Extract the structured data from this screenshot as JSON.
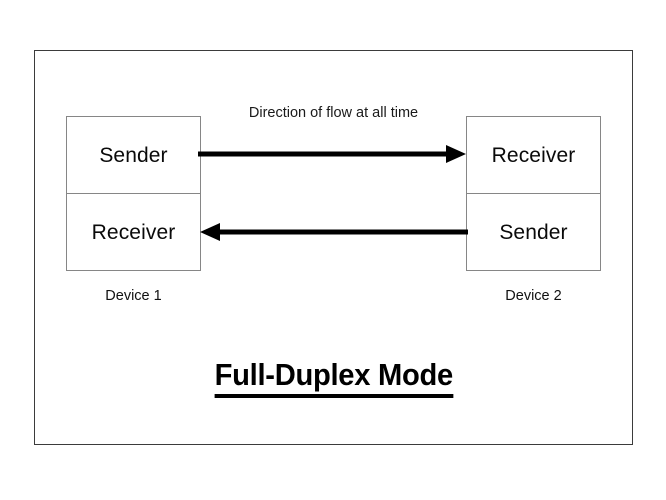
{
  "diagram": {
    "title": "Full-Duplex Mode",
    "flow_caption": "Direction of flow at all time",
    "frame_color": "#3b3b3b",
    "box_border_color": "#868686",
    "arrow_color": "#000000",
    "background_color": "#ffffff",
    "devices": [
      {
        "caption": "Device 1",
        "cells": [
          {
            "role": "Sender"
          },
          {
            "role": "Receiver"
          }
        ]
      },
      {
        "caption": "Device 2",
        "cells": [
          {
            "role": "Receiver"
          },
          {
            "role": "Sender"
          }
        ]
      }
    ],
    "arrows": [
      {
        "name": "forward-arrow",
        "direction": "right",
        "from": "Device 1 Sender",
        "to": "Device 2 Receiver"
      },
      {
        "name": "backward-arrow",
        "direction": "left",
        "from": "Device 2 Sender",
        "to": "Device 1 Receiver"
      }
    ]
  }
}
